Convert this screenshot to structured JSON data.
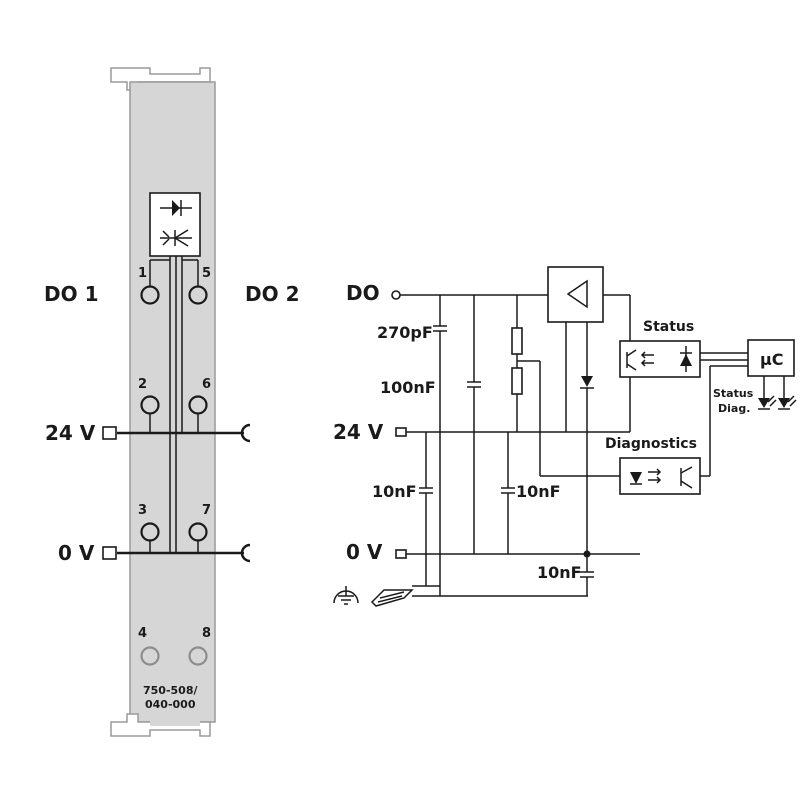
{
  "module": {
    "labels": {
      "do1": "DO 1",
      "do2": "DO 2",
      "v24": "24 V",
      "v0": "0 V"
    },
    "pins": [
      "1",
      "5",
      "2",
      "6",
      "3",
      "7",
      "4",
      "8"
    ],
    "part_number_line1": "750-508/",
    "part_number_line2": "040-000",
    "colors": {
      "housing": "#d6d6d6",
      "ink": "#1a1a1a",
      "inactive": "#8c8c8c"
    }
  },
  "schematic": {
    "terminals": {
      "do": "DO",
      "v24": "24 V",
      "v0": "0 V"
    },
    "components": {
      "c270": "270pF",
      "c100": "100nF",
      "c10a": "10nF",
      "c10b": "10nF",
      "c10c": "10nF"
    },
    "blocks": {
      "status": "Status",
      "diagnostics": "Diagnostics",
      "uc": "µC",
      "led_status": "Status",
      "led_diag": "Diag."
    }
  }
}
